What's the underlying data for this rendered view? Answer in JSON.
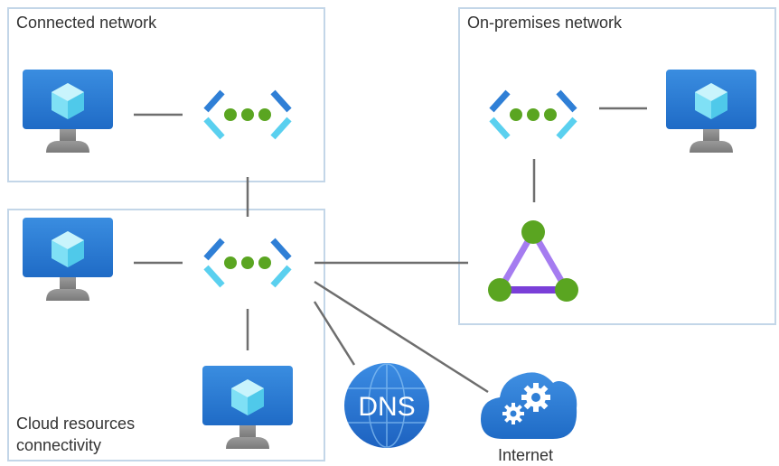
{
  "groups": {
    "connected": {
      "label": "Connected network"
    },
    "onprem": {
      "label": "On-premises network"
    },
    "cloud": {
      "label_line1": "Cloud resources",
      "label_line2": "connectivity"
    }
  },
  "nodes": {
    "dns": {
      "label": "DNS"
    },
    "internet": {
      "label": "Internet"
    }
  },
  "icons": {
    "vm": "virtual-machine-icon",
    "vnet": "virtual-network-icon",
    "gateway": "vpn-gateway-icon",
    "dns": "dns-icon",
    "internet": "cloud-gear-icon"
  },
  "colors": {
    "box_border": "#c3d6e8",
    "connector": "#6e6e6e",
    "azure_blue": "#2f7fd6",
    "dot_green": "#5aa521",
    "gateway_purple": "#9b6ae8"
  }
}
